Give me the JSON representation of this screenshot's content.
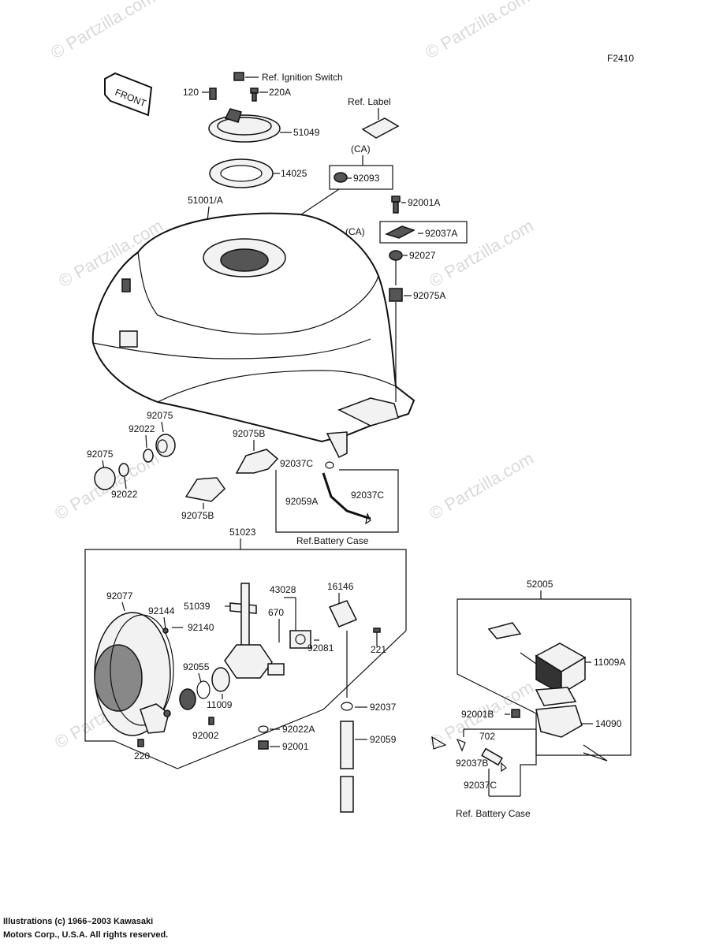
{
  "figure_code": "F2410",
  "watermark": "© Partzilla.com",
  "front_label": "FRONT",
  "labels": {
    "ref_ignition_switch": "Ref. Ignition Switch",
    "p120": "120",
    "p220A": "220A",
    "ref_label": "Ref. Label",
    "p51049": "51049",
    "ca1": "(CA)",
    "p14025": "14025",
    "p92093": "92093",
    "p51001A": "51001/A",
    "p92001A": "92001A",
    "ca2": "(CA)",
    "p92037A": "92037A",
    "p92027": "92027",
    "p92075A": "92075A",
    "p92075_a": "92075",
    "p92022_a": "92022",
    "p92075_b": "92075",
    "p92022_b": "92022",
    "p92075B_a": "92075B",
    "p92075B_b": "92075B",
    "p92037C_a": "92037C",
    "p92059A": "92059A",
    "p92037C_b": "92037C",
    "ref_battery_case_a": "Ref.Battery Case",
    "p51023": "51023",
    "p92077": "92077",
    "p92144": "92144",
    "p92140": "92140",
    "p51039": "51039",
    "p43028": "43028",
    "p670": "670",
    "p16146": "16146",
    "p221": "221",
    "p92081": "92081",
    "p92055": "92055",
    "p11009": "11009",
    "p92002": "92002",
    "p220": "220",
    "p92022A": "92022A",
    "p92001": "92001",
    "p92037": "92037",
    "p92059": "92059",
    "p52005": "52005",
    "p11009A": "11009A",
    "p92001B": "92001B",
    "p14090": "14090",
    "p702": "702",
    "p92037B": "92037B",
    "p92037C_c": "92037C",
    "ref_battery_case_b": "Ref. Battery Case"
  },
  "credits": {
    "line1": "Illustrations (c) 1966–2003 Kawasaki",
    "line2": "Motors Corp., U.S.A.  All rights reserved."
  }
}
